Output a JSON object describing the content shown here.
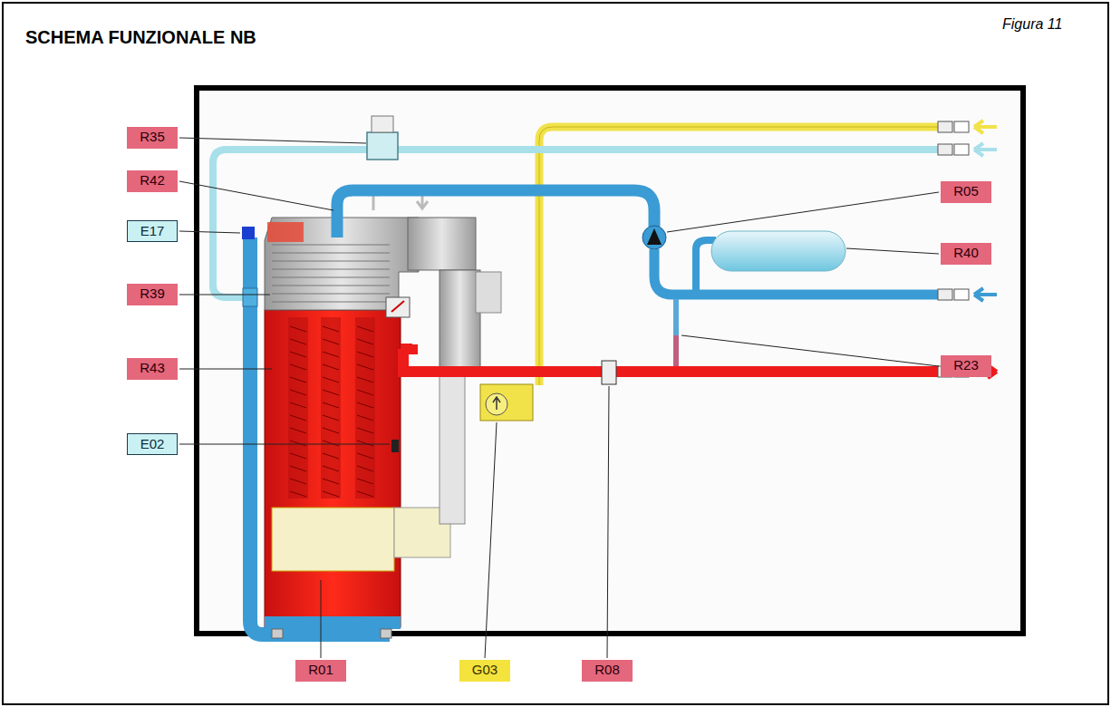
{
  "diagram": {
    "title": "SCHEMA FUNZIONALE NB",
    "labels": [
      "Figura 11",
      "R35",
      "R42",
      "E17",
      "R39",
      "R43",
      "E02",
      "R05",
      "R40",
      "R23",
      "R01",
      "G03",
      "R08"
    ]
  }
}
